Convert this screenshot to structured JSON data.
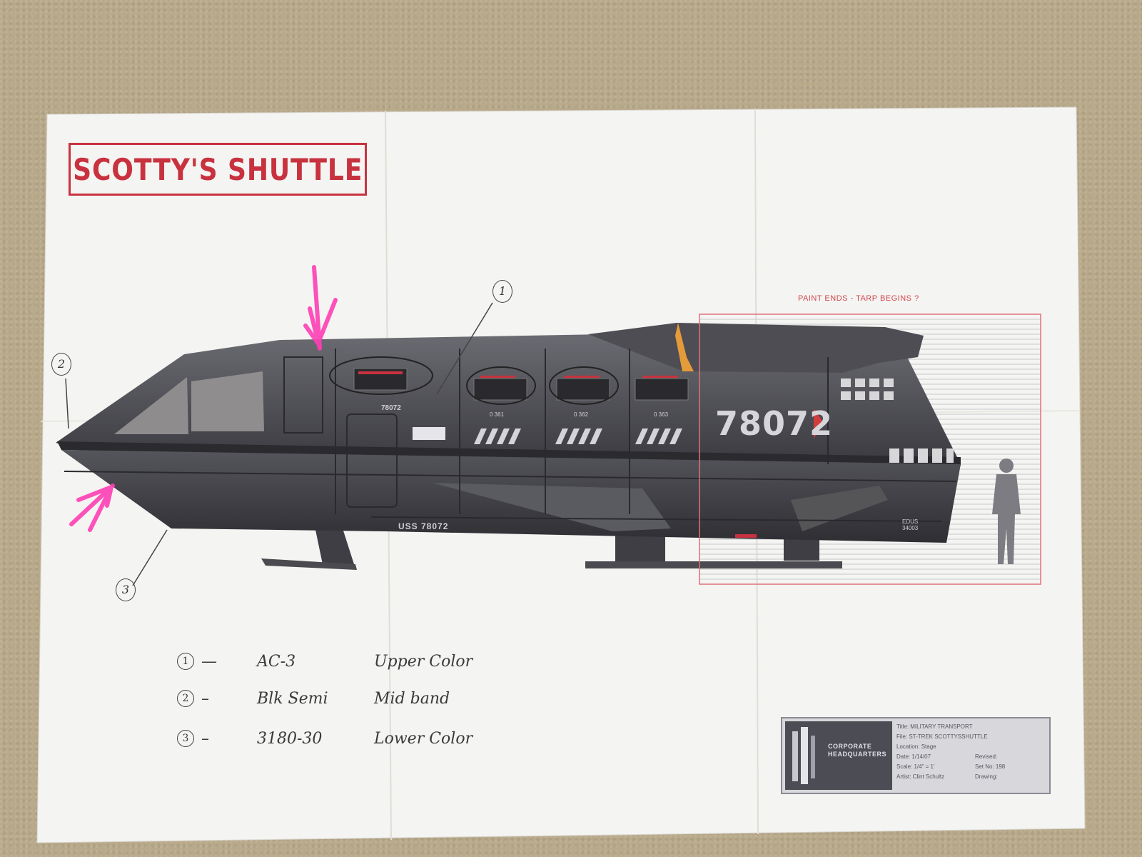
{
  "document": {
    "title": "SCOTTY'S SHUTTLE",
    "tarp_note": "PAINT ENDS - TARP BEGINS ?",
    "hull_number_large": "78072",
    "registry_lower": "USS 78072",
    "small_id": "78072",
    "bay_labels": [
      "0 361",
      "0 362",
      "0 363"
    ],
    "rear_panel_label": "EDUS\n34003",
    "callouts": [
      "1",
      "2",
      "3"
    ]
  },
  "paint_notes": [
    {
      "num": "1",
      "code": "AC-3",
      "desc": "Upper Color"
    },
    {
      "num": "2",
      "code": "Blk Semi",
      "desc": "Mid band"
    },
    {
      "num": "3",
      "code": "3180-30",
      "desc": "Lower Color"
    }
  ],
  "title_block": {
    "company": "CORPORATE\nHEADQUARTERS",
    "title": "Title: MILITARY TRANSPORT",
    "file": "File: ST-TREK SCOTTYSSHUTTLE",
    "location": "Location: Stage",
    "date": "Date: 1/14/07",
    "revised": "Revised:",
    "scale": "Scale: 1/4\" = 1'",
    "set_no": "Set No: 198",
    "artist": "Artist: Clint Schultz",
    "drawing": "Drawing:"
  },
  "colors": {
    "title_red": "#c8323f",
    "hull_dark": "#3c3c42",
    "highlight_pink": "#ff3fb4",
    "tarp_red": "#d0474d"
  }
}
